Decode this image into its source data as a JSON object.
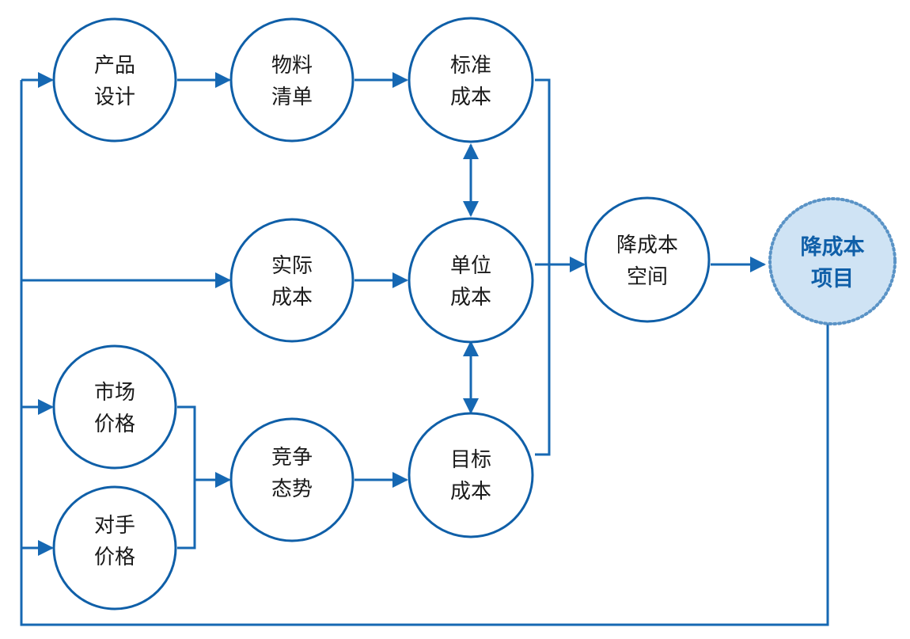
{
  "colors": {
    "line": "#1668b3",
    "circle_stroke": "#0f5fa8",
    "highlight_fill": "#cfe3f4",
    "highlight_text": "#0f5fa8",
    "highlight_border": "#5a93c6"
  },
  "nodes": {
    "product_design": [
      "产品",
      "设计"
    ],
    "bom": [
      "物料",
      "清单"
    ],
    "standard_cost": [
      "标准",
      "成本"
    ],
    "actual_cost": [
      "实际",
      "成本"
    ],
    "unit_cost": [
      "单位",
      "成本"
    ],
    "market_price": [
      "市场",
      "价格"
    ],
    "rival_price": [
      "对手",
      "价格"
    ],
    "competition": [
      "竞争",
      "态势"
    ],
    "target_cost": [
      "目标",
      "成本"
    ],
    "reduction_space": [
      "降成本",
      "空间"
    ],
    "reduction_project": [
      "降成本",
      "项目"
    ]
  }
}
